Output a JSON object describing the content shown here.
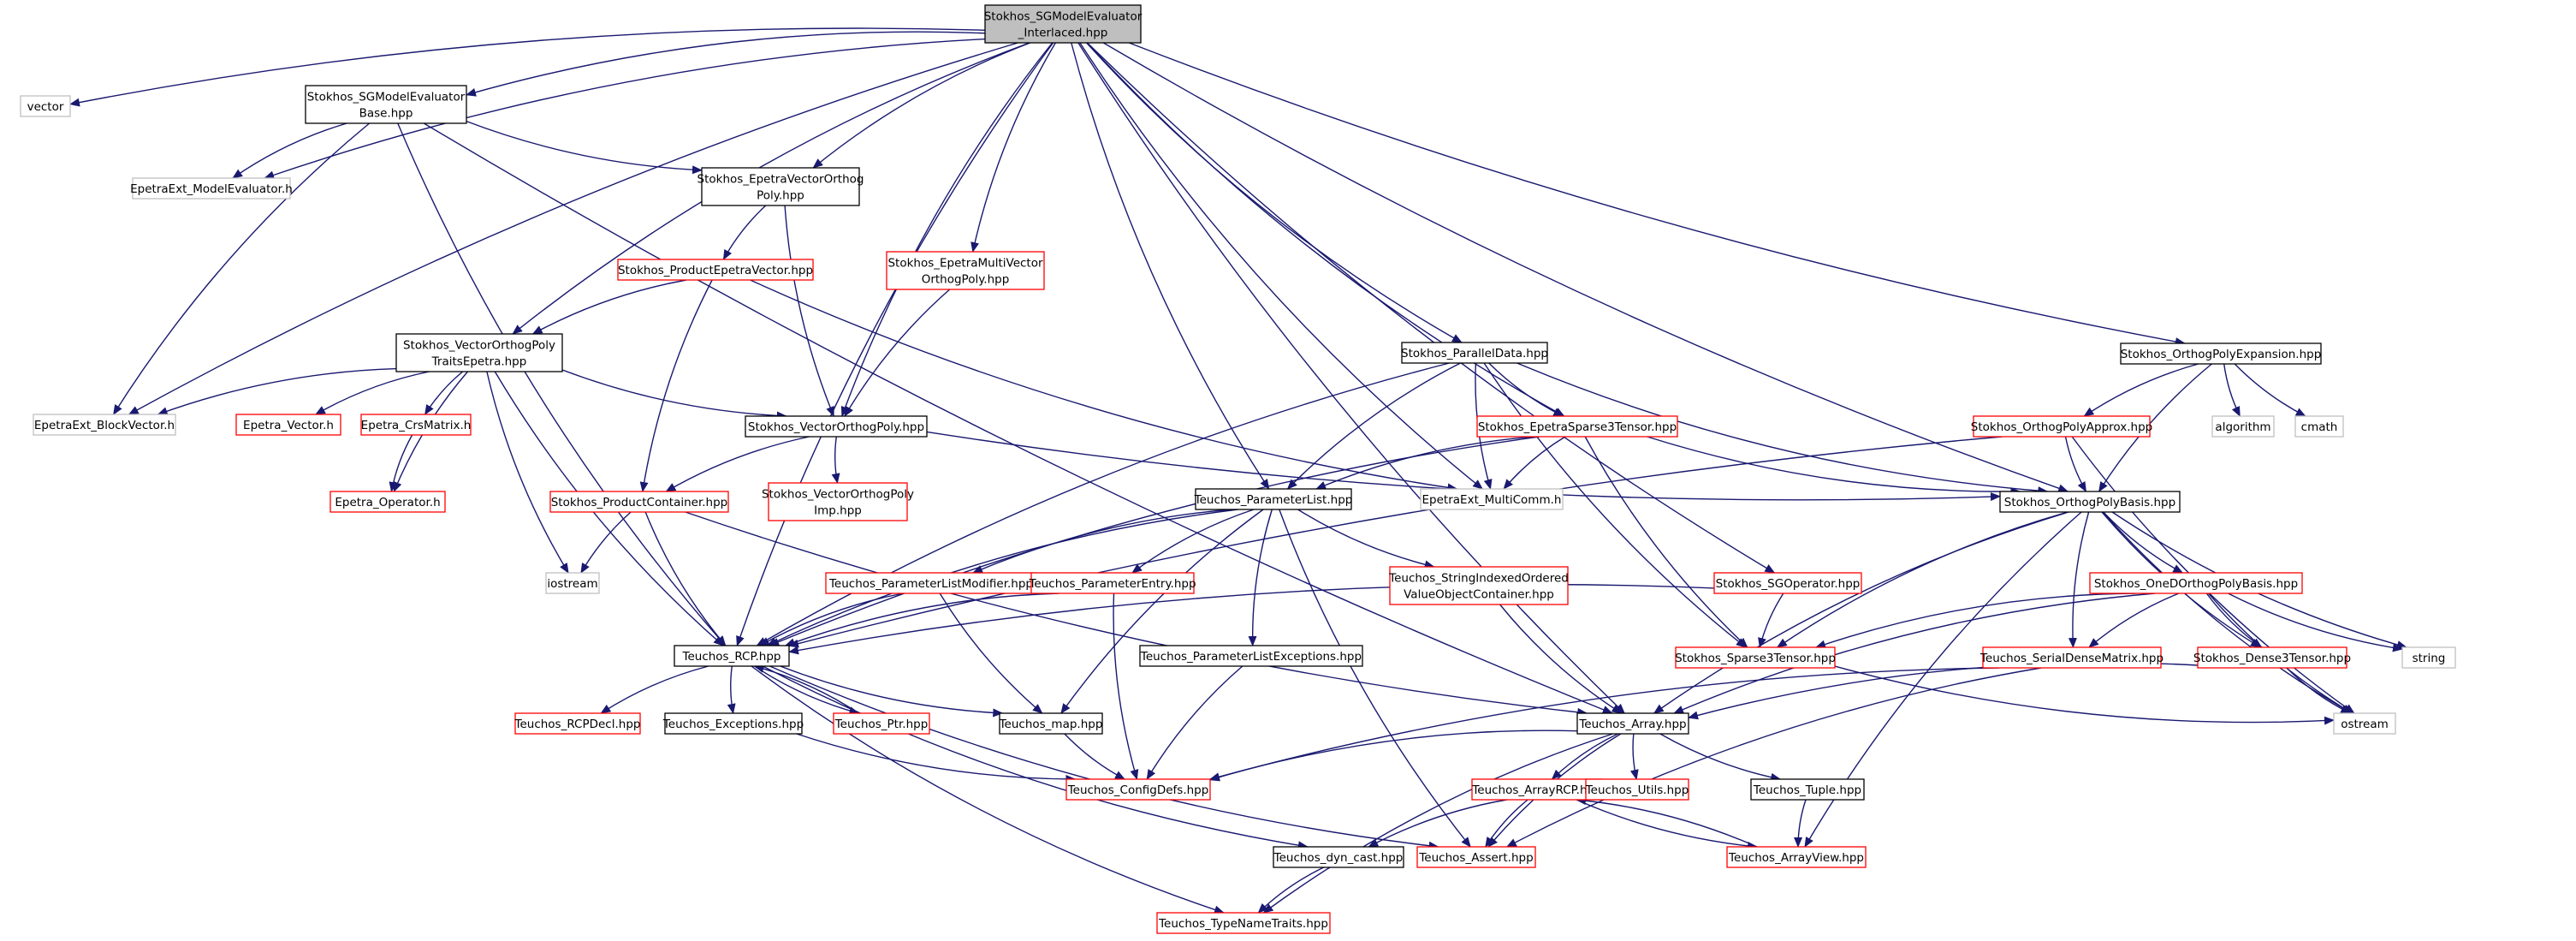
{
  "colors": {
    "edge": "#191970",
    "root_fill": "#bfbfbf",
    "box_black": "#000000",
    "box_red": "#ff0000",
    "box_gray": "#bfbfbf",
    "background": "#ffffff"
  },
  "nodes": {
    "root": {
      "lines": [
        "Stokhos_SGModelEvaluator",
        "_Interlaced.hpp"
      ],
      "style": "root"
    },
    "vector": {
      "lines": [
        "vector"
      ],
      "style": "gray"
    },
    "sgmebase": {
      "lines": [
        "Stokhos_SGModelEvaluator",
        "Base.hpp"
      ],
      "style": "black"
    },
    "mevaluator": {
      "lines": [
        "EpetraExt_ModelEvaluator.h"
      ],
      "style": "gray"
    },
    "evop": {
      "lines": [
        "Stokhos_EpetraVectorOrthog",
        "Poly.hpp"
      ],
      "style": "black"
    },
    "prodev": {
      "lines": [
        "Stokhos_ProductEpetraVector.hpp"
      ],
      "style": "red"
    },
    "emvop": {
      "lines": [
        "Stokhos_EpetraMultiVector",
        "OrthogPoly.hpp"
      ],
      "style": "red"
    },
    "vopte": {
      "lines": [
        "Stokhos_VectorOrthogPoly",
        "TraitsEpetra.hpp"
      ],
      "style": "black"
    },
    "blockvector": {
      "lines": [
        "EpetraExt_BlockVector.h"
      ],
      "style": "gray"
    },
    "epetravector": {
      "lines": [
        "Epetra_Vector.h"
      ],
      "style": "red"
    },
    "crsmatrix": {
      "lines": [
        "Epetra_CrsMatrix.h"
      ],
      "style": "red"
    },
    "operator": {
      "lines": [
        "Epetra_Operator.h"
      ],
      "style": "red"
    },
    "vop": {
      "lines": [
        "Stokhos_VectorOrthogPoly.hpp"
      ],
      "style": "black"
    },
    "vopimp": {
      "lines": [
        "Stokhos_VectorOrthogPoly",
        "Imp.hpp"
      ],
      "style": "red"
    },
    "prodcont": {
      "lines": [
        "Stokhos_ProductContainer.hpp"
      ],
      "style": "red"
    },
    "iostream": {
      "lines": [
        "iostream"
      ],
      "style": "gray"
    },
    "paralleldata": {
      "lines": [
        "Stokhos_ParallelData.hpp"
      ],
      "style": "black"
    },
    "es3t": {
      "lines": [
        "Stokhos_EpetraSparse3Tensor.hpp"
      ],
      "style": "red"
    },
    "multicomm": {
      "lines": [
        "EpetraExt_MultiComm.h"
      ],
      "style": "gray"
    },
    "paramlist": {
      "lines": [
        "Teuchos_ParameterList.hpp"
      ],
      "style": "black"
    },
    "plmod": {
      "lines": [
        "Teuchos_ParameterListModifier.hpp"
      ],
      "style": "red"
    },
    "paramentry": {
      "lines": [
        "Teuchos_ParameterEntry.hpp"
      ],
      "style": "red"
    },
    "sio": {
      "lines": [
        "Teuchos_StringIndexedOrdered",
        "ValueObjectContainer.hpp"
      ],
      "style": "red"
    },
    "plexc": {
      "lines": [
        "Teuchos_ParameterListExceptions.hpp"
      ],
      "style": "black"
    },
    "rcp": {
      "lines": [
        "Teuchos_RCP.hpp"
      ],
      "style": "black"
    },
    "rcpdecl": {
      "lines": [
        "Teuchos_RCPDecl.hpp"
      ],
      "style": "red"
    },
    "exceptions": {
      "lines": [
        "Teuchos_Exceptions.hpp"
      ],
      "style": "black"
    },
    "ptr": {
      "lines": [
        "Teuchos_Ptr.hpp"
      ],
      "style": "red"
    },
    "map": {
      "lines": [
        "Teuchos_map.hpp"
      ],
      "style": "black"
    },
    "configdefs": {
      "lines": [
        "Teuchos_ConfigDefs.hpp"
      ],
      "style": "red"
    },
    "dyncast": {
      "lines": [
        "Teuchos_dyn_cast.hpp"
      ],
      "style": "black"
    },
    "assert": {
      "lines": [
        "Teuchos_Assert.hpp"
      ],
      "style": "red"
    },
    "typenametraits": {
      "lines": [
        "Teuchos_TypeNameTraits.hpp"
      ],
      "style": "red"
    },
    "array": {
      "lines": [
        "Teuchos_Array.hpp"
      ],
      "style": "black"
    },
    "arrayrcp": {
      "lines": [
        "Teuchos_ArrayRCP.hpp"
      ],
      "style": "red"
    },
    "utils": {
      "lines": [
        "Teuchos_Utils.hpp"
      ],
      "style": "red"
    },
    "tuple": {
      "lines": [
        "Teuchos_Tuple.hpp"
      ],
      "style": "black"
    },
    "arrayview": {
      "lines": [
        "Teuchos_ArrayView.hpp"
      ],
      "style": "red"
    },
    "sgop": {
      "lines": [
        "Stokhos_SGOperator.hpp"
      ],
      "style": "red"
    },
    "s3t": {
      "lines": [
        "Stokhos_Sparse3Tensor.hpp"
      ],
      "style": "red"
    },
    "ope": {
      "lines": [
        "Stokhos_OrthogPolyExpansion.hpp"
      ],
      "style": "black"
    },
    "opa": {
      "lines": [
        "Stokhos_OrthogPolyApprox.hpp"
      ],
      "style": "red"
    },
    "algorithm": {
      "lines": [
        "algorithm"
      ],
      "style": "gray"
    },
    "cmath": {
      "lines": [
        "cmath"
      ],
      "style": "gray"
    },
    "opb": {
      "lines": [
        "Stokhos_OrthogPolyBasis.hpp"
      ],
      "style": "black"
    },
    "odopb": {
      "lines": [
        "Stokhos_OneDOrthogPolyBasis.hpp"
      ],
      "style": "red"
    },
    "sdm": {
      "lines": [
        "Teuchos_SerialDenseMatrix.hpp"
      ],
      "style": "red"
    },
    "d3t": {
      "lines": [
        "Stokhos_Dense3Tensor.hpp"
      ],
      "style": "red"
    },
    "string": {
      "lines": [
        "string"
      ],
      "style": "gray"
    },
    "ostream": {
      "lines": [
        "ostream"
      ],
      "style": "gray"
    }
  },
  "edges": [
    [
      "root",
      "vector"
    ],
    [
      "root",
      "sgmebase"
    ],
    [
      "root",
      "mevaluator"
    ],
    [
      "root",
      "blockvector"
    ],
    [
      "root",
      "vopte"
    ],
    [
      "root",
      "rcp"
    ],
    [
      "root",
      "evop"
    ],
    [
      "root",
      "emvop"
    ],
    [
      "root",
      "vop"
    ],
    [
      "root",
      "paramlist"
    ],
    [
      "root",
      "paralleldata"
    ],
    [
      "root",
      "multicomm"
    ],
    [
      "root",
      "es3t"
    ],
    [
      "root",
      "sgop"
    ],
    [
      "root",
      "array"
    ],
    [
      "root",
      "opb"
    ],
    [
      "root",
      "ope"
    ],
    [
      "sgmebase",
      "mevaluator"
    ],
    [
      "sgmebase",
      "evop"
    ],
    [
      "sgmebase",
      "blockvector"
    ],
    [
      "sgmebase",
      "rcp"
    ],
    [
      "sgmebase",
      "array"
    ],
    [
      "evop",
      "prodev"
    ],
    [
      "evop",
      "vop"
    ],
    [
      "prodev",
      "vopte"
    ],
    [
      "prodev",
      "prodcont"
    ],
    [
      "prodev",
      "multicomm"
    ],
    [
      "emvop",
      "vop"
    ],
    [
      "vopte",
      "blockvector"
    ],
    [
      "vopte",
      "epetravector"
    ],
    [
      "vopte",
      "crsmatrix"
    ],
    [
      "vopte",
      "operator"
    ],
    [
      "vopte",
      "iostream"
    ],
    [
      "vopte",
      "rcp"
    ],
    [
      "vopte",
      "vop"
    ],
    [
      "crsmatrix",
      "operator"
    ],
    [
      "vop",
      "vopimp"
    ],
    [
      "vop",
      "prodcont"
    ],
    [
      "vop",
      "opb"
    ],
    [
      "prodcont",
      "iostream"
    ],
    [
      "prodcont",
      "rcp"
    ],
    [
      "prodcont",
      "array"
    ],
    [
      "paralleldata",
      "es3t"
    ],
    [
      "paralleldata",
      "multicomm"
    ],
    [
      "paralleldata",
      "paramlist"
    ],
    [
      "paralleldata",
      "rcp"
    ],
    [
      "paralleldata",
      "opb"
    ],
    [
      "paralleldata",
      "s3t"
    ],
    [
      "es3t",
      "multicomm"
    ],
    [
      "es3t",
      "paramlist"
    ],
    [
      "es3t",
      "rcp"
    ],
    [
      "es3t",
      "opb"
    ],
    [
      "es3t",
      "s3t"
    ],
    [
      "paramlist",
      "plmod"
    ],
    [
      "paramlist",
      "paramentry"
    ],
    [
      "paramlist",
      "sio"
    ],
    [
      "paramlist",
      "plexc"
    ],
    [
      "paramlist",
      "rcp"
    ],
    [
      "paramlist",
      "map"
    ],
    [
      "paramlist",
      "assert"
    ],
    [
      "plmod",
      "rcp"
    ],
    [
      "plmod",
      "map"
    ],
    [
      "paramentry",
      "rcp"
    ],
    [
      "paramentry",
      "configdefs"
    ],
    [
      "sio",
      "array"
    ],
    [
      "plexc",
      "configdefs"
    ],
    [
      "rcp",
      "rcpdecl"
    ],
    [
      "rcp",
      "exceptions"
    ],
    [
      "rcp",
      "ptr"
    ],
    [
      "rcp",
      "map"
    ],
    [
      "rcp",
      "dyncast"
    ],
    [
      "rcp",
      "assert"
    ],
    [
      "rcp",
      "typenametraits"
    ],
    [
      "ptr",
      "rcp"
    ],
    [
      "exceptions",
      "configdefs"
    ],
    [
      "map",
      "configdefs"
    ],
    [
      "dyncast",
      "typenametraits"
    ],
    [
      "array",
      "configdefs"
    ],
    [
      "array",
      "arrayrcp"
    ],
    [
      "array",
      "utils"
    ],
    [
      "array",
      "tuple"
    ],
    [
      "array",
      "assert"
    ],
    [
      "array",
      "typenametraits"
    ],
    [
      "arrayrcp",
      "dyncast"
    ],
    [
      "arrayrcp",
      "assert"
    ],
    [
      "arrayrcp",
      "arrayview"
    ],
    [
      "arrayview",
      "arrayrcp"
    ],
    [
      "tuple",
      "arrayview"
    ],
    [
      "sgop",
      "rcp"
    ],
    [
      "sgop",
      "s3t"
    ],
    [
      "s3t",
      "ostream"
    ],
    [
      "ope",
      "opa"
    ],
    [
      "ope",
      "algorithm"
    ],
    [
      "ope",
      "cmath"
    ],
    [
      "ope",
      "opb"
    ],
    [
      "opa",
      "opb"
    ],
    [
      "opa",
      "rcp"
    ],
    [
      "opa",
      "ostream"
    ],
    [
      "opb",
      "odopb"
    ],
    [
      "opb",
      "sdm"
    ],
    [
      "opb",
      "d3t"
    ],
    [
      "opb",
      "s3t"
    ],
    [
      "opb",
      "array"
    ],
    [
      "opb",
      "string"
    ],
    [
      "opb",
      "ostream"
    ],
    [
      "opb",
      "arrayview"
    ],
    [
      "odopb",
      "sdm"
    ],
    [
      "odopb",
      "d3t"
    ],
    [
      "odopb",
      "s3t"
    ],
    [
      "odopb",
      "array"
    ],
    [
      "odopb",
      "string"
    ],
    [
      "odopb",
      "ostream"
    ],
    [
      "sdm",
      "configdefs"
    ],
    [
      "sdm",
      "assert"
    ],
    [
      "d3t",
      "array"
    ],
    [
      "d3t",
      "ostream"
    ]
  ]
}
